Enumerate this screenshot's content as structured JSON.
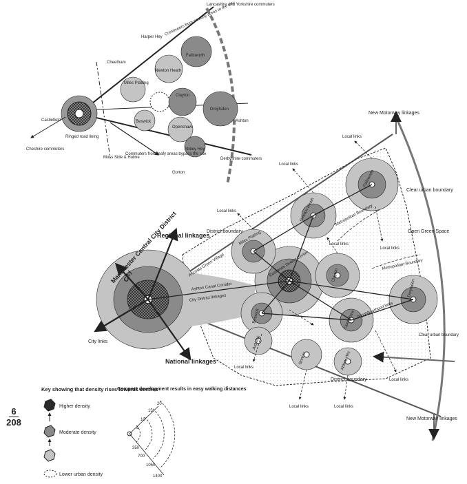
{
  "page_number": {
    "top": "6",
    "bottom": "208"
  },
  "inset_map": {
    "labels": {
      "lancashire": "Lancashire and Yorkshire commuters",
      "commuters_top": "Commuters from wealthy areas to the city",
      "harper": "Harper Hey",
      "cheetham": "Cheetham",
      "miles_platting": "Miles Platting",
      "newton": "Newton Heath",
      "failsworth": "Failsworth",
      "clayton": "Clayton",
      "beswick": "Beswick",
      "openshaw": "Openshaw",
      "droylsden": "Droylsden",
      "ashton": "Ashton",
      "abbey_hey": "Abbey Hey",
      "castlefield": "Castlefield",
      "ringed": "Ringed road lining",
      "cheshire": "Cheshire commuters",
      "moss_side": "Moss Side & Hulme",
      "commuters_bottom": "Commuters from leafy areas bypass the site",
      "derbyshire": "Derbyshire commuters",
      "gorton": "Gorton"
    }
  },
  "main_map": {
    "labels": {
      "new_motorway_top": "New Motorway linkages",
      "new_motorway_bottom": "New Motorway linkages",
      "clear_urban": "Clear urban boundary",
      "clear_urban_small": "Clear urban boundary",
      "open_green": "Open Green Space",
      "metro_boundary_top": "Metropolitan Boundary",
      "metro_boundary_bottom": "Metropolitan Boundary",
      "regional": "Regional linkages",
      "national": "National linkages",
      "city_links": "City links",
      "city": "City",
      "manchester": "Manchester Central City District",
      "district_boundary_top": "District boundary",
      "district_boundary_bottom": "District boundary",
      "green_village": "Ancoats Green Village",
      "ashton_canal": "Ashton Canal Corridor",
      "city_district_linkages": "City District linkages",
      "miles_platting": "Miles Platting",
      "eastlands": "Eastlands District Centre",
      "newton_heath": "Newton Heath",
      "failsworth": "Failsworth",
      "clayton": "Clayton",
      "droylsden": "Droylsden",
      "beswick": "Beswick",
      "openshaw": "Openshaw",
      "neighbourhood_links": "Neighbourhood links",
      "gorton": "Gorton",
      "abbey_hey": "Abbey Hey",
      "ardwick": "Ardwick",
      "local_links": "Local links"
    }
  },
  "key": {
    "title": "Key showing that density rises towards centres",
    "higher": "Higher density",
    "moderate": "Moderate density",
    "lower": "Lower urban density"
  },
  "walking": {
    "title": "Compact development results in easy walking distances",
    "minutes": [
      "5",
      "10",
      "15",
      "20"
    ],
    "metres": [
      "350",
      "700",
      "1050",
      "1400"
    ]
  },
  "colors": {
    "dark": "#3a3a3a",
    "mid": "#8a8a8a",
    "light": "#c4c4c4",
    "ink": "#222222"
  }
}
